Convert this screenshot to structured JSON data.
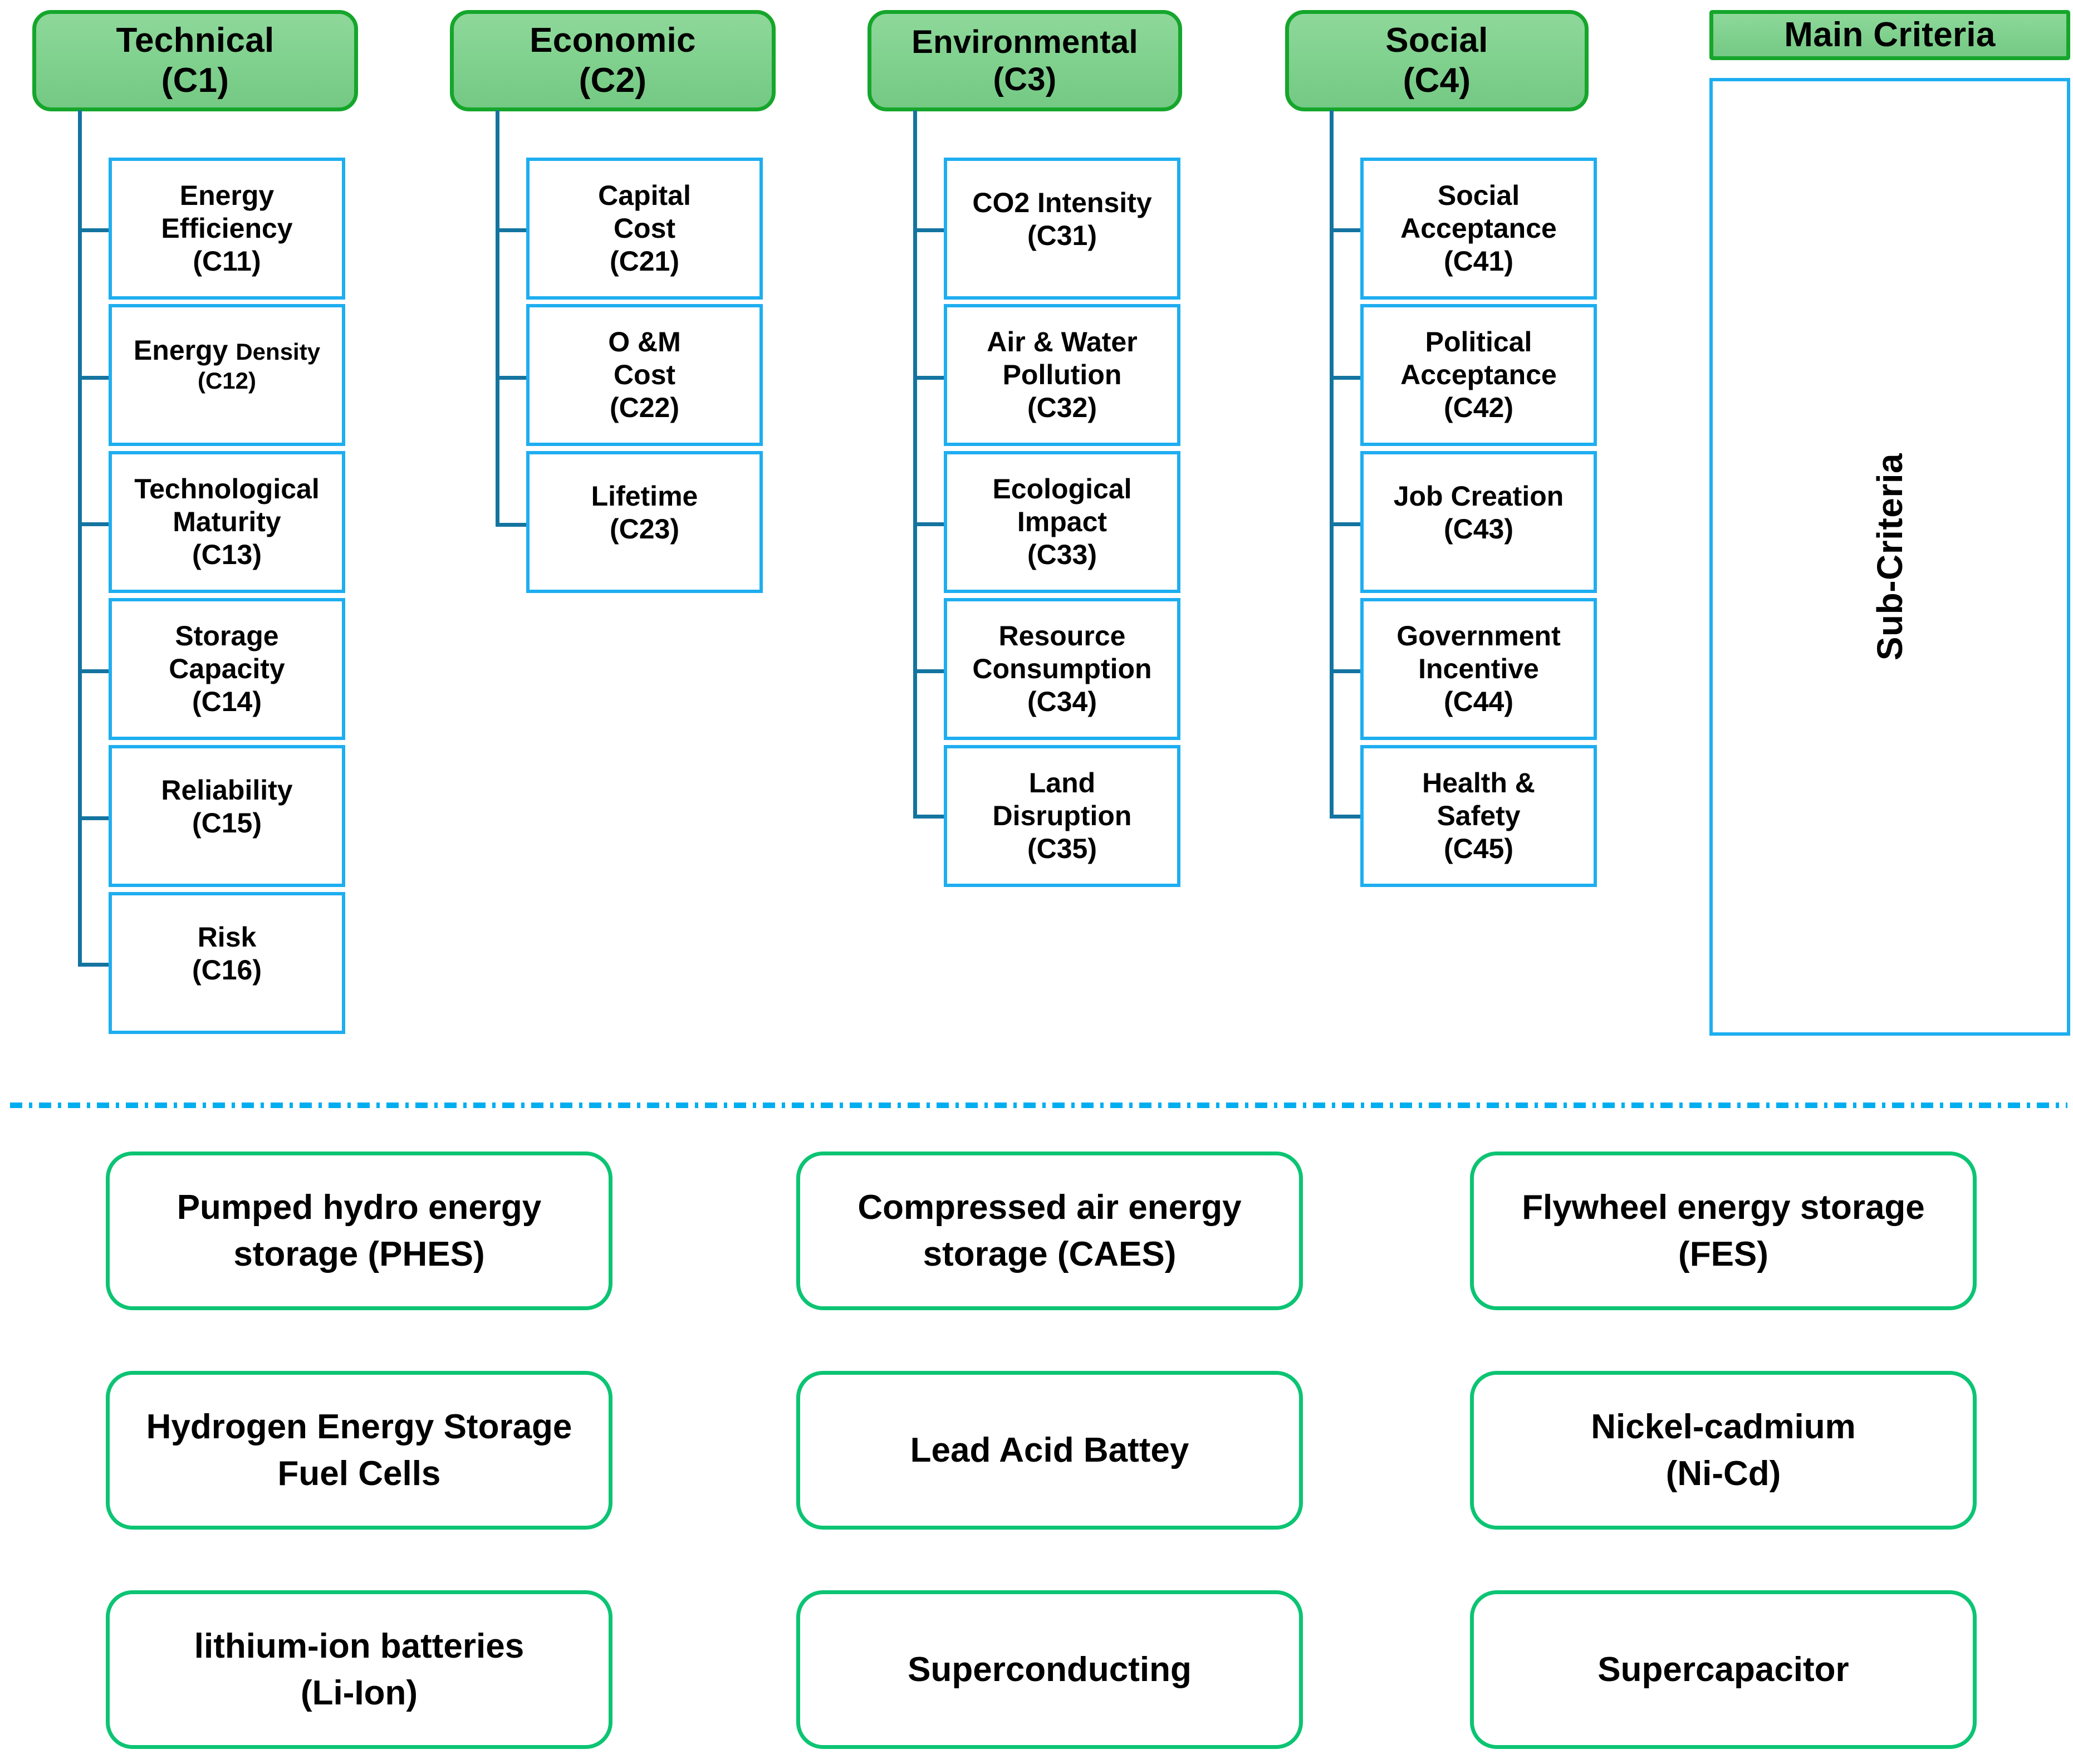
{
  "colors": {
    "main_fill": "#7FD08D",
    "main_border": "#15A62B",
    "sub_border": "#1EAEF0",
    "connector": "#1474A0",
    "alternative_border": "#0CC473",
    "divider": "#00AEEF"
  },
  "legend": {
    "main_criteria_label": "Main Criteria",
    "sub_criteria_label": "Sub-Criteria"
  },
  "criteria": [
    {
      "name": "Technical",
      "code": "(C1)",
      "sub": [
        {
          "line1": "Energy",
          "line2": "Efficiency",
          "code": "(C11)"
        },
        {
          "line1": "Energy",
          "line2": "Density",
          "code": "(C12)"
        },
        {
          "line1": "Technological",
          "line2": "Maturity",
          "code": "(C13)"
        },
        {
          "line1": "Storage",
          "line2": "Capacity",
          "code": "(C14)"
        },
        {
          "line1": "Reliability",
          "line2": "",
          "code": "(C15)"
        },
        {
          "line1": "Risk",
          "line2": "",
          "code": "(C16)"
        }
      ]
    },
    {
      "name": "Economic",
      "code": "(C2)",
      "sub": [
        {
          "line1": "Capital",
          "line2": "Cost",
          "code": "(C21)"
        },
        {
          "line1": "O &M",
          "line2": "Cost",
          "code": "(C22)"
        },
        {
          "line1": "Lifetime",
          "line2": "",
          "code": "(C23)"
        }
      ]
    },
    {
      "name": "Environmental",
      "code": "(C3)",
      "sub": [
        {
          "line1": "CO2 Intensity",
          "line2": "",
          "code": "(C31)"
        },
        {
          "line1": "Air & Water",
          "line2": "Pollution",
          "code": "(C32)"
        },
        {
          "line1": "Ecological",
          "line2": "Impact",
          "code": "(C33)"
        },
        {
          "line1": "Resource",
          "line2": "Consumption",
          "code": "(C34)"
        },
        {
          "line1": "Land",
          "line2": "Disruption",
          "code": "(C35)"
        }
      ]
    },
    {
      "name": "Social",
      "code": "(C4)",
      "sub": [
        {
          "line1": "Social",
          "line2": "Acceptance",
          "code": "(C41)"
        },
        {
          "line1": "Political",
          "line2": "Acceptance",
          "code": "(C42)"
        },
        {
          "line1": "Job Creation",
          "line2": "",
          "code": "(C43)"
        },
        {
          "line1": "Government",
          "line2": "Incentive",
          "code": "(C44)"
        },
        {
          "line1": "Health &",
          "line2": "Safety",
          "code": "(C45)"
        }
      ]
    }
  ],
  "alternatives": [
    {
      "line1": "Pumped hydro energy",
      "line2": "storage (PHES)"
    },
    {
      "line1": "Compressed air energy",
      "line2": "storage (CAES)"
    },
    {
      "line1": "Flywheel energy storage",
      "line2": "(FES)"
    },
    {
      "line1": "Hydrogen Energy Storage",
      "line2": "Fuel Cells"
    },
    {
      "line1": "Lead Acid Battey",
      "line2": ""
    },
    {
      "line1": "Nickel-cadmium",
      "line2": "(Ni-Cd)"
    },
    {
      "line1": "lithium-ion batteries",
      "line2": "(Li-Ion)"
    },
    {
      "line1": "Superconducting",
      "line2": ""
    },
    {
      "line1": "Supercapacitor",
      "line2": ""
    }
  ]
}
